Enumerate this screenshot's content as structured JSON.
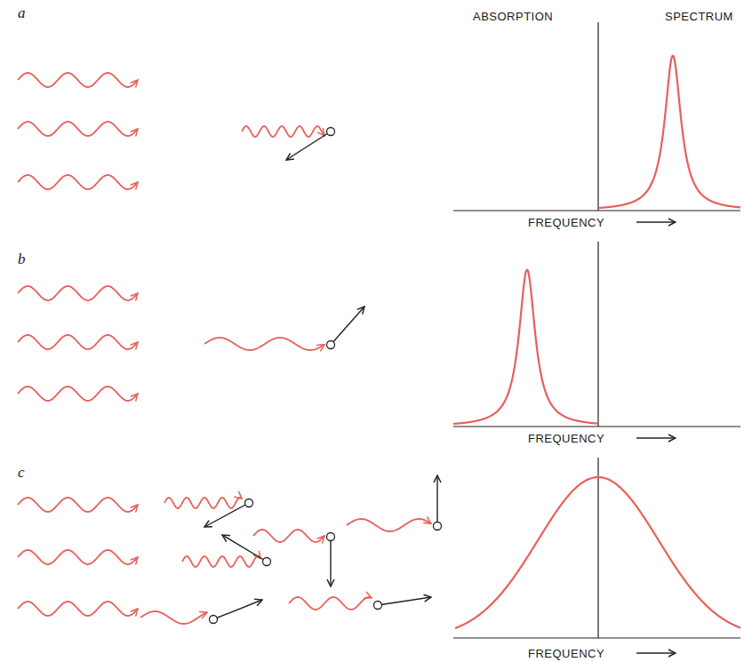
{
  "diagram": {
    "labels": [
      "a",
      "ABSORPTION",
      "SPECTRUM",
      "FREQUENCY",
      "b",
      "FREQUENCY",
      "c",
      "FREQUENCY"
    ]
  }
}
